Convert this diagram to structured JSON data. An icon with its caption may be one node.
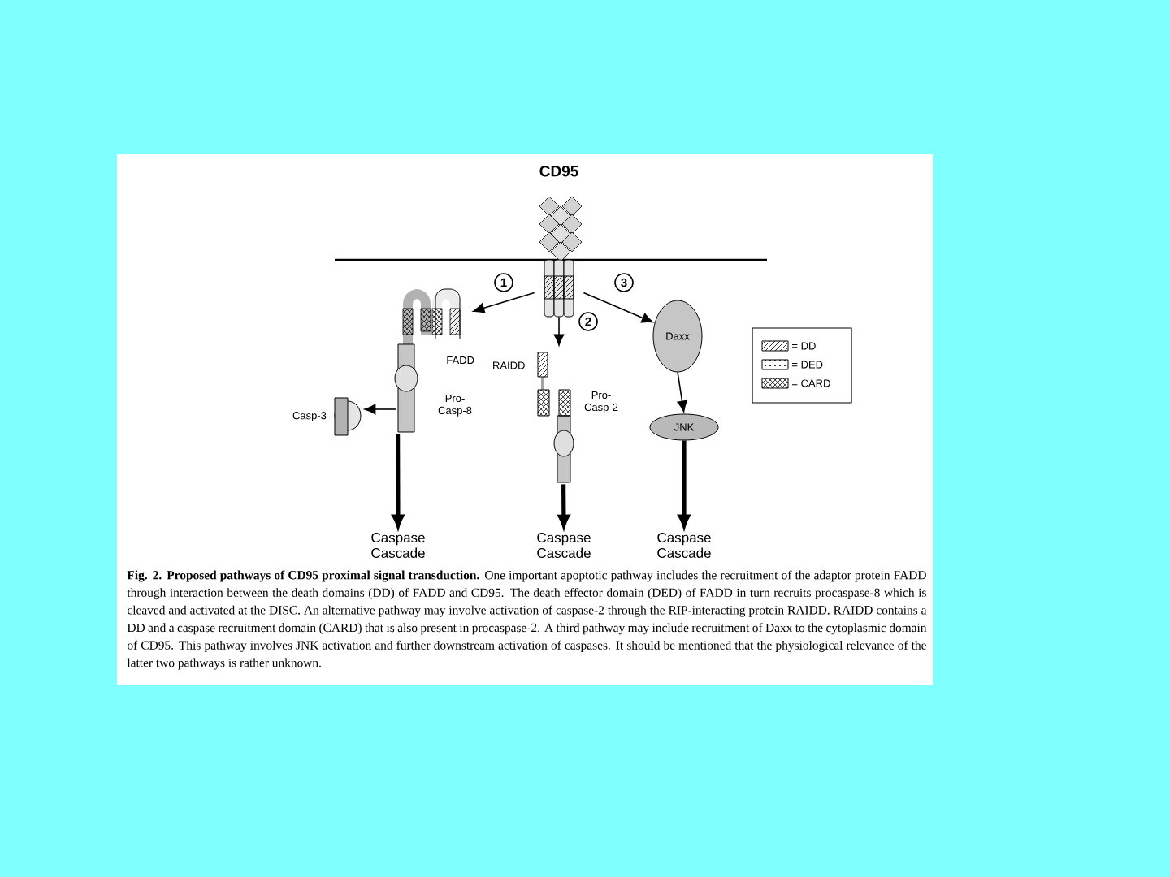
{
  "diagram": {
    "caption": "**Fig. 2. Proposed pathways of CD95 proximal signal transduction.** One important apoptotic pathway includes the recruitment of the adaptor protein FADD through interaction between the death domains (DD) of FADD and CD95. The death effector domain (DED) of FADD in turn recruits procaspase-8 which is cleaved and activated at the DISC. An alternative pathway may involve activation of caspase-2 through the RIP-interacting protein RAIDD. RAIDD contains a DD and a caspase recruitment domain (CARD) that is also present in procaspase-2. A third pathway may include recruitment of Daxx to the cytoplasmic domain of CD95. This pathway involves JNK activation and further downstream activation of caspases. It should be mentioned that the physiological relevance of the latter two pathways is rather unknown.",
    "nodes": [
      {
        "text": [
          "CD95"
        ]
      },
      {
        "text": [
          "FADD"
        ]
      },
      {
        "text": [
          "Pro- Casp-8"
        ]
      },
      {
        "text": [
          "Casp-3"
        ]
      },
      {
        "text": [
          "RAIDD"
        ]
      },
      {
        "text": [
          "Pro- Casp-2"
        ]
      },
      {
        "text": [
          "Daxx"
        ]
      },
      {
        "text": [
          "JNK"
        ]
      },
      {
        "text": [
          "Caspase Cascade"
        ]
      },
      {
        "text": [
          "Caspase Cascade"
        ]
      },
      {
        "text": [
          "Caspase Cascade"
        ]
      }
    ],
    "edges": [
      {
        "from": 0,
        "to": 1,
        "arrow": "to",
        "label": "1"
      },
      {
        "from": 0,
        "to": 4,
        "arrow": "to",
        "label": "2"
      },
      {
        "from": 0,
        "to": 6,
        "arrow": "to",
        "label": "3"
      },
      {
        "from": 2,
        "to": 3,
        "arrow": "to"
      },
      {
        "from": 2,
        "to": 8,
        "arrow": "to",
        "style": "thick"
      },
      {
        "from": 5,
        "to": 9,
        "arrow": "to",
        "style": "thick"
      },
      {
        "from": 6,
        "to": 7,
        "arrow": "to"
      },
      {
        "from": 7,
        "to": 10,
        "arrow": "to",
        "style": "thick"
      }
    ],
    "legend": [
      {
        "text": "= DD"
      },
      {
        "text": "= DED"
      },
      {
        "text": "= CARD"
      }
    ]
  }
}
